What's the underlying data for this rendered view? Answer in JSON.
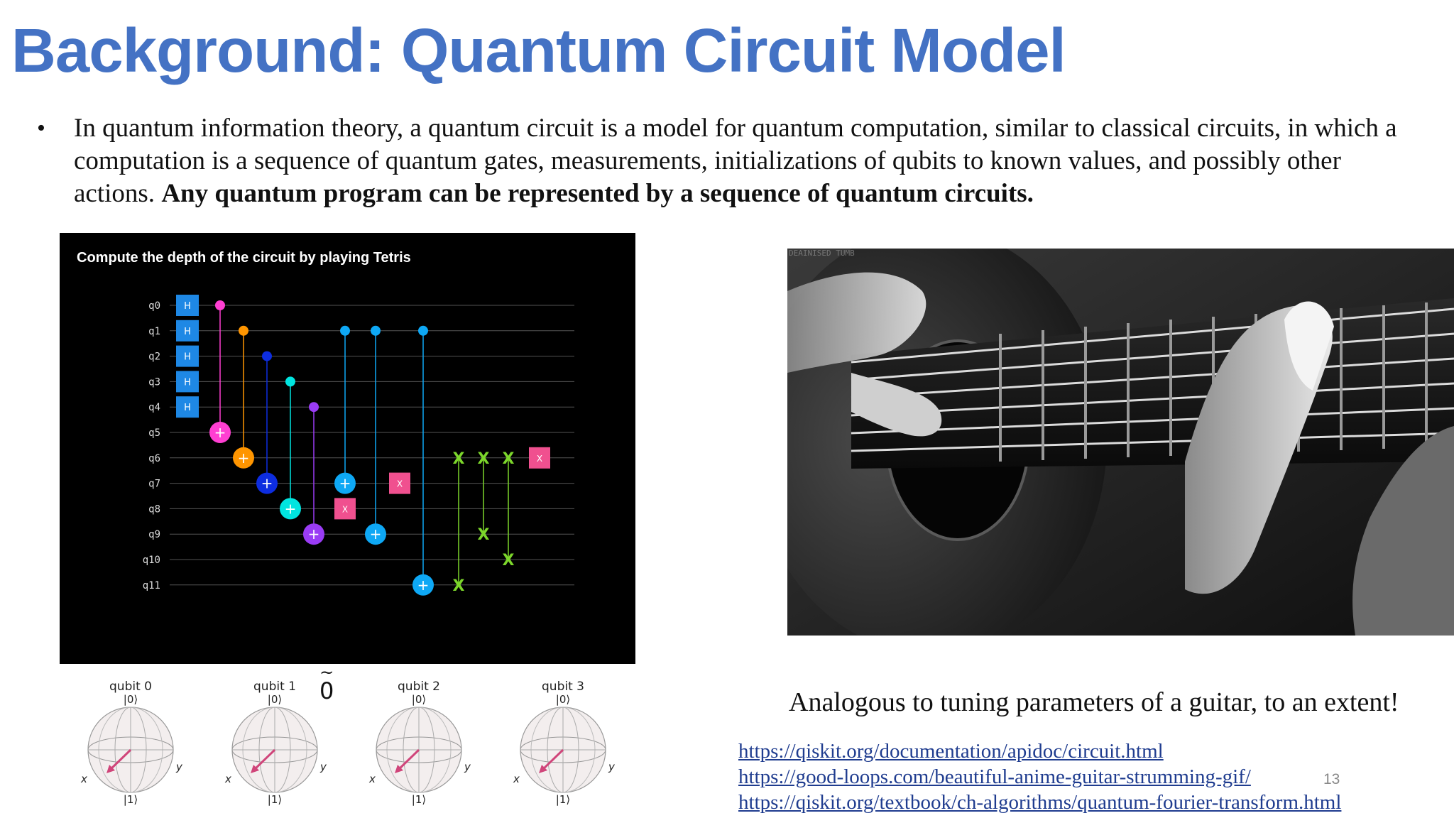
{
  "slide": {
    "title": "Background: Quantum Circuit Model",
    "bullet_symbol": "•",
    "bullet_text": "In quantum information theory, a quantum circuit is a model for quantum computation, similar to classical circuits, in which a computation is a sequence of quantum gates, measurements, initializations of qubits to known values, and possibly other actions. ",
    "bullet_bold": "Any quantum program can be represented by a sequence of quantum circuits.",
    "page_number": "13"
  },
  "circuit_panel": {
    "caption": "Compute the depth of the circuit by playing Tetris",
    "qubits": [
      "q0",
      "q1",
      "q2",
      "q3",
      "q4",
      "q5",
      "q6",
      "q7",
      "q8",
      "q9",
      "q10",
      "q11"
    ],
    "hadamard_label": "H",
    "x_gate_label": "X",
    "cx_target_symbol": "+",
    "swap_symbol": "X"
  },
  "bloch_spheres": {
    "ket_zero": "|0⟩",
    "ket_one": "|1⟩",
    "axis_x": "x",
    "axis_y": "y",
    "labels": [
      "qubit 0",
      "qubit 1",
      "qubit 2",
      "qubit 3"
    ]
  },
  "tilde_zero": {
    "tilde": "~",
    "digit": "0"
  },
  "guitar": {
    "watermark": "DEAINISED TUMB",
    "caption": "Analogous to tuning parameters of a guitar, to an extent!"
  },
  "links": [
    "https://qiskit.org/documentation/apidoc/circuit.html",
    "https://good-loops.com/beautiful-anime-guitar-strumming-gif/",
    "https://qiskit.org/textbook/ch-algorithms/quantum-fourier-transform.html"
  ],
  "colors": {
    "title": "#4472c4",
    "hadamard": "#1e88e5",
    "pink": "#ff3fd2",
    "orange": "#ff9500",
    "blue": "#0d2de0",
    "cyan": "#00e5e0",
    "purple": "#9a3cf5",
    "light_blue": "#0ea8f5",
    "x_gate": "#f0508f",
    "swap": "#7cd62b"
  }
}
